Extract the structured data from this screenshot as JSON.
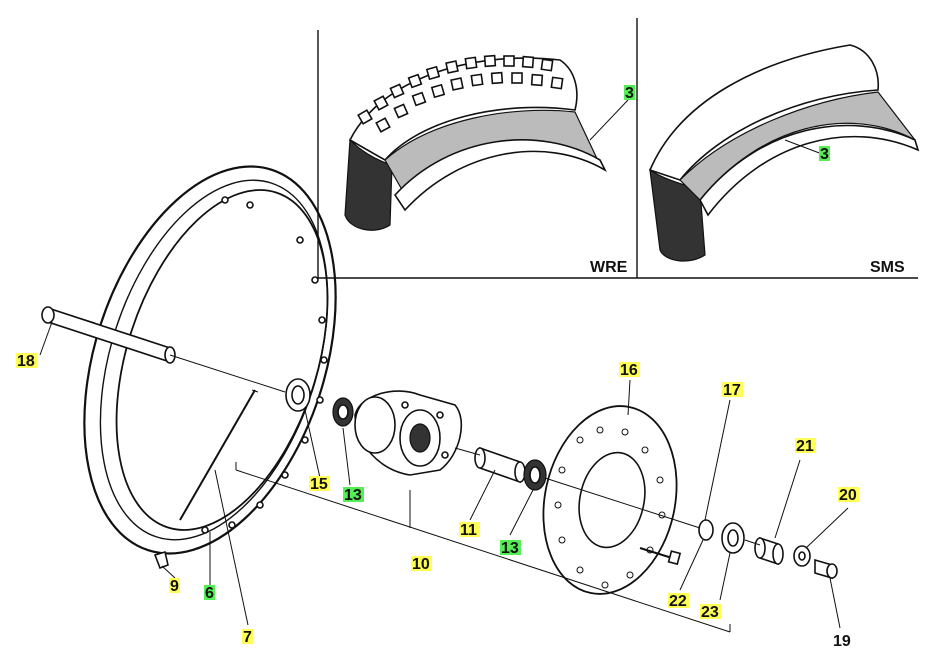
{
  "panels": {
    "left_label": "WRE",
    "right_label": "SMS"
  },
  "callouts": {
    "c3a": "3",
    "c3b": "3",
    "c18": "18",
    "c15": "15",
    "c13a": "13",
    "c16": "16",
    "c17": "17",
    "c21": "21",
    "c20": "20",
    "c11": "11",
    "c13b": "13",
    "c10": "10",
    "c9": "9",
    "c6": "6",
    "c7": "7",
    "c22": "22",
    "c23": "23",
    "c19": "19"
  },
  "colors": {
    "highlight_yellow": "#ffff55",
    "highlight_green": "#55ee55",
    "line": "#111111"
  }
}
